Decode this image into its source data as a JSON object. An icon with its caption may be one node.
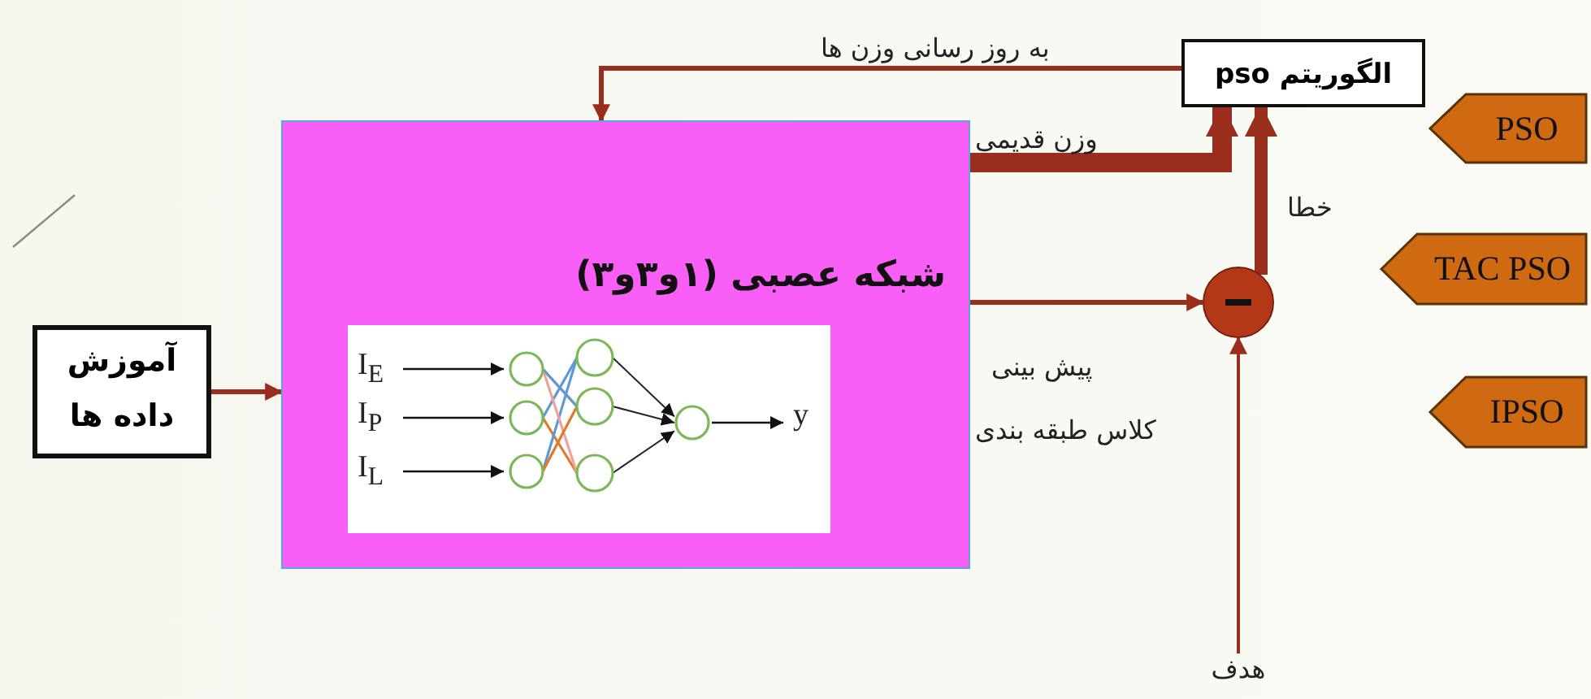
{
  "diagram": {
    "nodes": [
      {
        "text": [
          "آموزش داده ها"
        ]
      },
      {
        "text": [
          "شبکه عصبی (۱و۳و۳)"
        ]
      },
      {
        "text": [
          "I$_{E}$",
          "I$_{P}$",
          "I$_{L}$",
          "y"
        ],
        "in": 1
      },
      {
        "text": [
          "الگوریتم pso"
        ]
      },
      {
        "text": [],
        "shape": "circle"
      },
      {
        "text": [
          "PSO"
        ]
      },
      {
        "text": [
          "TAC PSO"
        ]
      },
      {
        "text": [
          "IPSO"
        ]
      },
      {
        "text": [
          "هدف"
        ]
      }
    ],
    "edges": [
      {
        "from": 0,
        "to": 1,
        "arrow": "to"
      },
      {
        "from": 3,
        "to": 1,
        "arrow": "to",
        "label": "به روز رسانی وزن ها"
      },
      {
        "from": 1,
        "to": 3,
        "arrow": "to",
        "label": "وزن قدیمی",
        "style": "thick"
      },
      {
        "from": 1,
        "to": 4,
        "arrow": "to",
        "label": "پیش بینی"
      },
      {
        "from": 4,
        "to": 3,
        "arrow": "to",
        "label": "خطا",
        "style": "thick"
      },
      {
        "from": 8,
        "to": 4,
        "arrow": "to"
      }
    ],
    "labels": [
      "کلاس طبقه بندی"
    ]
  }
}
